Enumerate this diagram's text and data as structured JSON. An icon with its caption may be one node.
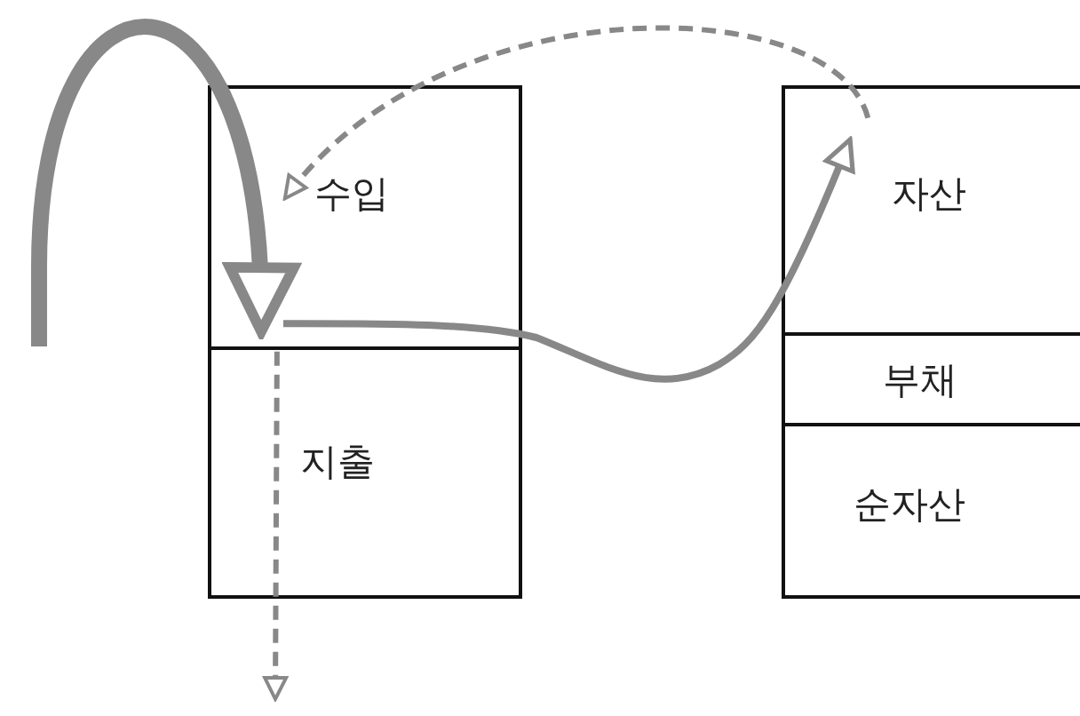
{
  "diagram": {
    "nodes": [
      {
        "text": [
          "수입"
        ]
      },
      {
        "text": [
          "지출"
        ]
      },
      {
        "text": [
          "자산"
        ]
      },
      {
        "text": [
          "부채"
        ]
      },
      {
        "text": [
          "순자산"
        ]
      }
    ],
    "edges": [
      {
        "from": null,
        "to": 0,
        "arrow": "to",
        "style": "thick"
      },
      {
        "from": 0,
        "to": 2,
        "arrow": "to"
      },
      {
        "from": 2,
        "to": 0,
        "arrow": "to",
        "style": "dashed"
      },
      {
        "from": 1,
        "to": null,
        "arrow": "to",
        "style": "dashed"
      }
    ]
  }
}
